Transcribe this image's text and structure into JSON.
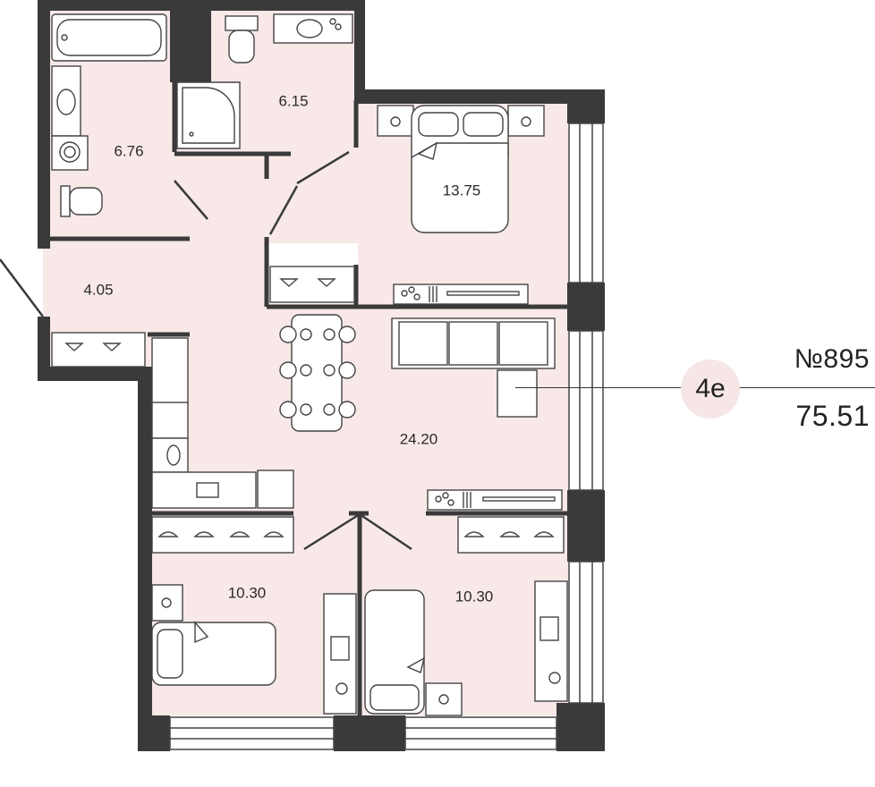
{
  "apartment": {
    "number_label": "№895",
    "total_area": "75.51",
    "type_badge": "4е"
  },
  "rooms": [
    {
      "id": "bathroom",
      "area": "6.76"
    },
    {
      "id": "wc",
      "area": "6.15"
    },
    {
      "id": "master-bedroom",
      "area": "13.75"
    },
    {
      "id": "hallway",
      "area": "4.05"
    },
    {
      "id": "living-kitchen",
      "area": "24.20"
    },
    {
      "id": "bedroom-left",
      "area": "10.30"
    },
    {
      "id": "bedroom-right",
      "area": "10.30"
    }
  ],
  "colors": {
    "floor": "#f8e8e8",
    "wall": "#3a3a3a",
    "line": "#444444",
    "badge": "#f6e6e6"
  }
}
